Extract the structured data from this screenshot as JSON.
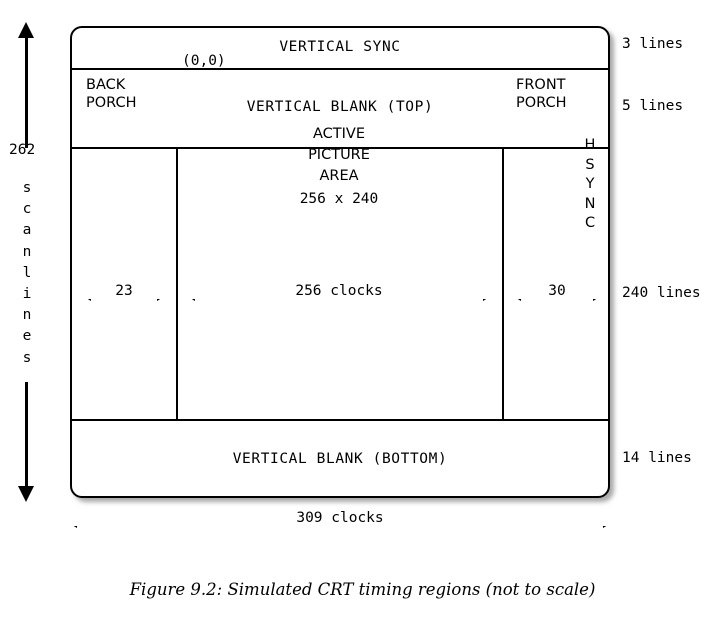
{
  "figure": {
    "caption": "Figure 9.2: Simulated CRT timing regions (not to scale)"
  },
  "vertical_axis": {
    "count": "262",
    "word_letters": [
      "s",
      "c",
      "a",
      "n",
      "l",
      "i",
      "n",
      "e",
      "s"
    ],
    "word": "scanlines",
    "arrow_up_icon": "arrow-up-icon",
    "arrow_down_icon": "arrow-down-icon"
  },
  "bands": {
    "vertical_sync": {
      "label": "VERTICAL SYNC",
      "lines_label": "3 lines",
      "lines": 3
    },
    "vertical_blank_top": {
      "label": "VERTICAL BLANK (TOP)",
      "lines_label": "5 lines",
      "lines": 5
    },
    "active_row": {
      "lines_label": "240 lines",
      "lines": 240
    },
    "vertical_blank_bottom": {
      "label": "VERTICAL BLANK (BOTTOM)",
      "lines_label": "14 lines",
      "lines": 14
    }
  },
  "columns": {
    "back_porch": {
      "label": "BACK\nPORCH",
      "clocks_label": "23",
      "clocks": 23
    },
    "active_picture": {
      "label": "ACTIVE\nPICTURE\nAREA",
      "dimensions": "256 x 240",
      "origin": "(0,0)",
      "clocks_label": "256 clocks",
      "clocks": 256
    },
    "front_porch": {
      "label": "FRONT\nPORCH",
      "clocks_label": "30",
      "clocks": 30
    },
    "hsync": {
      "label": "HSYNC",
      "letters": [
        "H",
        "S",
        "Y",
        "N",
        "C"
      ]
    }
  },
  "total_width": {
    "label": "309 clocks",
    "clocks": 309
  },
  "colors": {
    "stroke": "#000000",
    "background": "#ffffff",
    "shadow": "rgba(0,0,0,0.34)"
  }
}
